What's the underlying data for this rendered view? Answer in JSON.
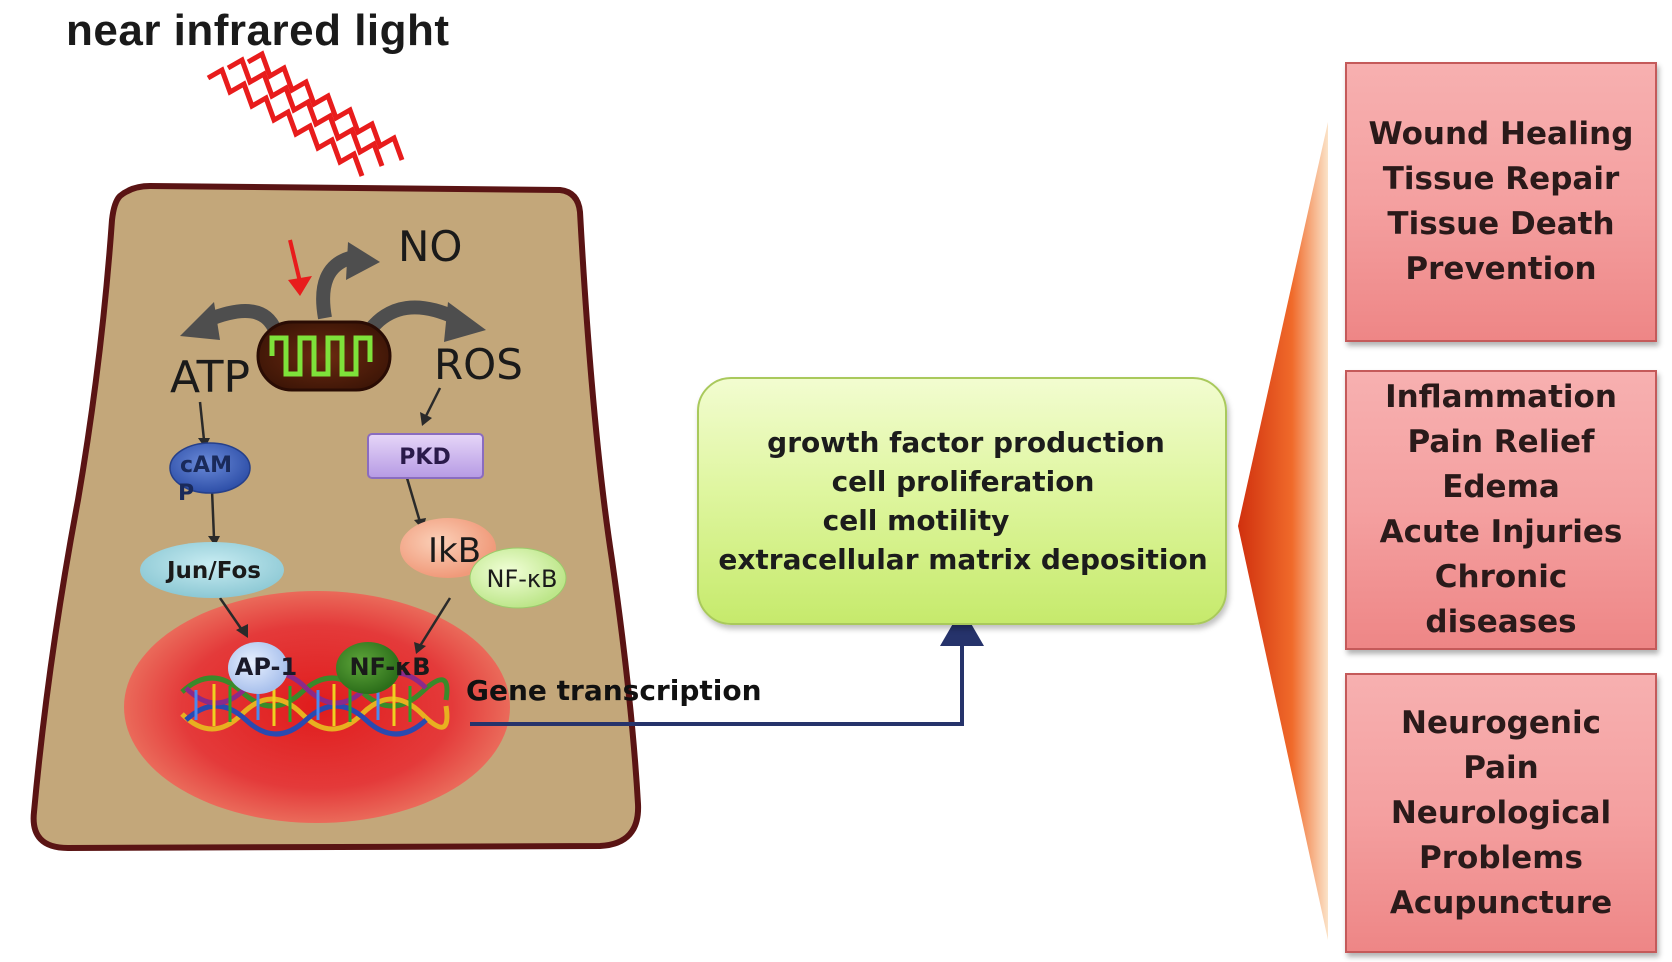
{
  "title": "near infrared light",
  "cell": {
    "no_label": "NO",
    "atp_label": "ATP",
    "ros_label": "ROS",
    "camp_label_line1": "cAM",
    "camp_label_line2": "P",
    "pkd_label": "PKD",
    "junfos_label": "Jun/Fos",
    "ikb_label": "IkB",
    "nfkb_cyto_label": "NF-κB",
    "ap1_label": "AP-1",
    "nfkb_nuc_label": "NF-κB",
    "gene_transcription": "Gene transcription"
  },
  "effects": {
    "lines": [
      "growth factor production",
      "cell proliferation",
      "cell motility",
      "extracellular matrix deposition"
    ]
  },
  "applications": [
    {
      "lines": [
        "Wound Healing",
        "Tissue Repair",
        "Tissue Death",
        "Prevention"
      ]
    },
    {
      "lines": [
        "Inflammation",
        "Pain Relief",
        "Edema",
        "Acute Injuries",
        "Chronic",
        "diseases"
      ]
    },
    {
      "lines": [
        "Neurogenic",
        "Pain",
        "Neurological",
        "Problems",
        "Acupuncture"
      ]
    }
  ],
  "colors": {
    "cell_fill": "#c3a77a",
    "cell_border": "#5a1414",
    "nucleus": "#e23a3a",
    "light_wave": "#e81c1c",
    "arrow_gray": "#505050",
    "pathway_arrow": "#26336b",
    "effects_box": "#d8f29a",
    "application_box": "#f4a0a0",
    "wedge": "#e4521e"
  }
}
